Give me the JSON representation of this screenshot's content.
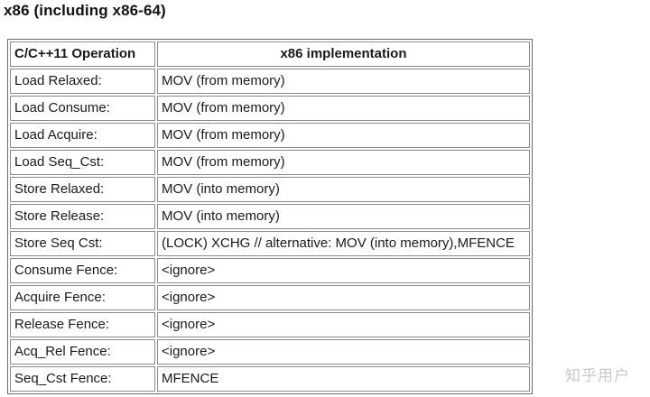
{
  "page": {
    "title": "x86 (including x86-64)",
    "watermark": "知乎用户"
  },
  "table": {
    "headers": {
      "operation": "C/C++11 Operation",
      "implementation": "x86 implementation"
    },
    "rows": [
      {
        "op": "Load Relaxed:",
        "impl": "MOV (from memory)"
      },
      {
        "op": "Load Consume:",
        "impl": "MOV (from memory)"
      },
      {
        "op": "Load Acquire:",
        "impl": "MOV (from memory)"
      },
      {
        "op": "Load Seq_Cst:",
        "impl": "MOV (from memory)"
      },
      {
        "op": "Store Relaxed:",
        "impl": "MOV (into memory)"
      },
      {
        "op": "Store Release:",
        "impl": "MOV (into memory)"
      },
      {
        "op": "Store Seq Cst:",
        "impl": "(LOCK) XCHG // alternative: MOV (into memory),MFENCE"
      },
      {
        "op": "Consume Fence:",
        "impl": "<ignore>"
      },
      {
        "op": "Acquire Fence:",
        "impl": "<ignore>"
      },
      {
        "op": "Release Fence:",
        "impl": "<ignore>"
      },
      {
        "op": "Acq_Rel Fence:",
        "impl": "<ignore>"
      },
      {
        "op": "Seq_Cst Fence:",
        "impl": "MFENCE"
      }
    ]
  }
}
